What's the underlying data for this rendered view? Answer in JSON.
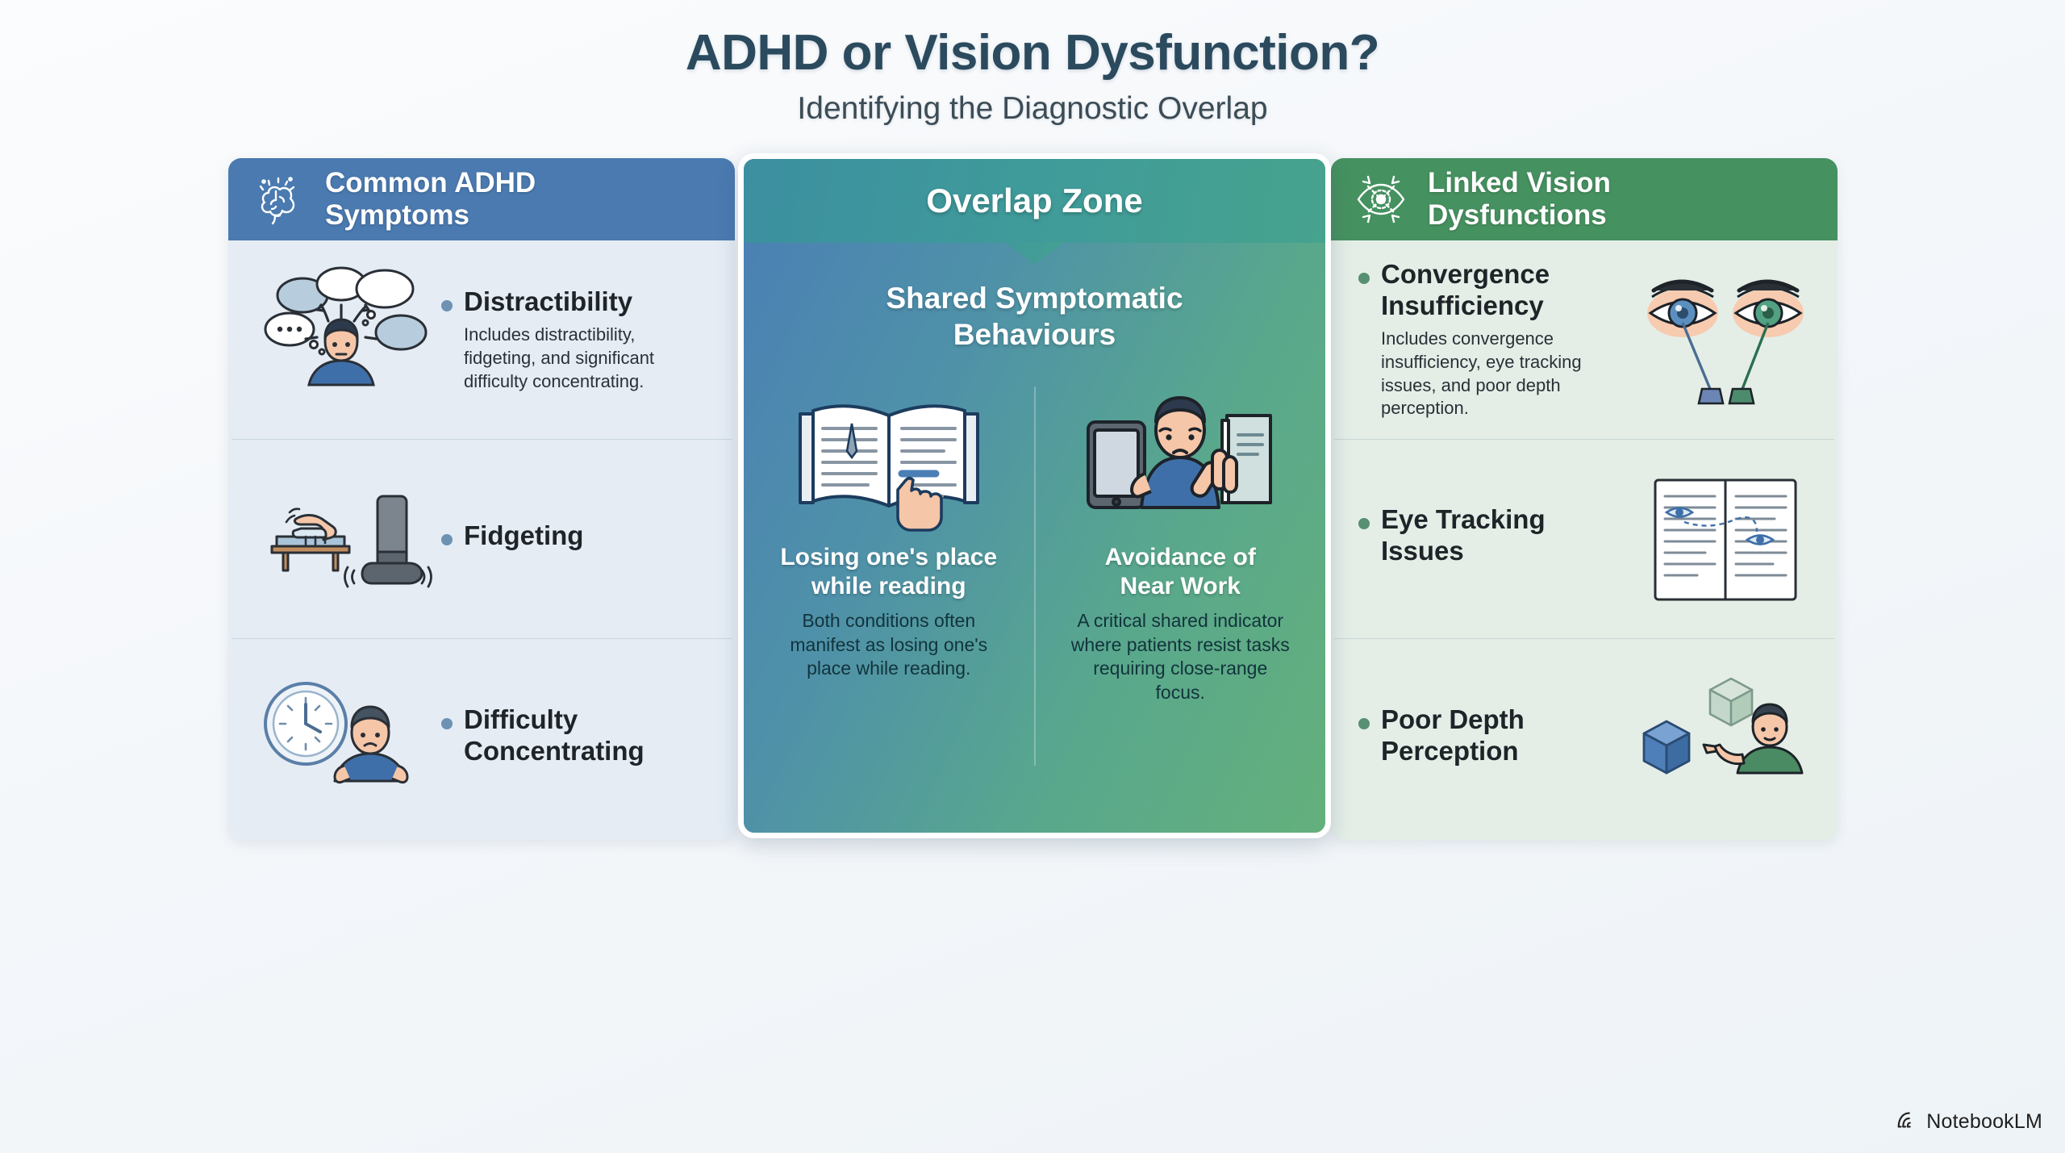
{
  "header": {
    "title": "ADHD or Vision Dysfunction?",
    "subtitle": "Identifying the Diagnostic Overlap"
  },
  "left_panel": {
    "header_title": "Common ADHD\nSymptoms",
    "header_icon": "brain-icon",
    "header_color": "#4a7ab0",
    "background_color": "#e5ecf4",
    "bullet_color": "#6e92b4",
    "items": [
      {
        "title": "Distractibility",
        "description": "Includes distractibility,\nfidgeting, and significant\ndifficulty concentrating.",
        "art": "person-with-thought-bubbles-illustration"
      },
      {
        "title": "Fidgeting",
        "description": "",
        "art": "tapping-hand-and-foot-illustration"
      },
      {
        "title": "Difficulty\nConcentrating",
        "description": "",
        "art": "clock-and-frustrated-person-illustration"
      }
    ]
  },
  "center_panel": {
    "header_title": "Overlap Zone",
    "subtitle": "Shared Symptomatic\nBehaviours",
    "columns": [
      {
        "title": "Losing one's place\nwhile reading",
        "description": "Both conditions often\nmanifest as losing one's\nplace while reading.",
        "art": "open-book-with-pointing-finger-illustration"
      },
      {
        "title": "Avoidance of\nNear Work",
        "description": "A critical shared indicator\nwhere patients resist tasks\nrequiring close-range\nfocus.",
        "art": "person-refusing-tablet-and-book-illustration"
      }
    ]
  },
  "right_panel": {
    "header_title": "Linked Vision\nDysfunctions",
    "header_icon": "eye-with-arrows-icon",
    "header_color": "#469160",
    "background_color": "#e4eee7",
    "bullet_color": "#579072",
    "items": [
      {
        "title": "Convergence\nInsufficiency",
        "description": "Includes convergence\ninsufficiency, eye tracking\nissues, and poor depth\nperception.",
        "art": "two-eyes-with-convergence-lines-illustration"
      },
      {
        "title": "Eye Tracking\nIssues",
        "description": "",
        "art": "text-page-with-eye-scan-path-illustration"
      },
      {
        "title": "Poor Depth\nPerception",
        "description": "",
        "art": "cubes-and-person-pointing-illustration"
      }
    ]
  },
  "watermark": {
    "label": "NotebookLM",
    "icon": "notebooklm-spiral-icon"
  }
}
